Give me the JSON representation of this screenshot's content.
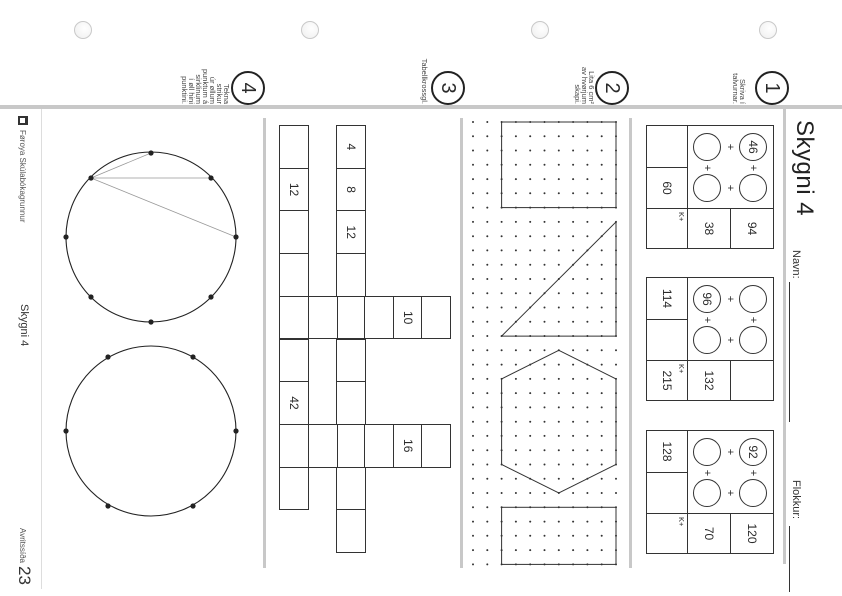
{
  "header": {
    "title": "Skygni 4",
    "name_label": "Navn:",
    "class_label": "Flokkur:"
  },
  "instructions": [
    {
      "number": "1",
      "lines": [
        "Skriva í",
        "talvurnar."
      ]
    },
    {
      "number": "2",
      "lines": [
        "Lita 6 cm²",
        "av hvørjum",
        "skapi."
      ]
    },
    {
      "number": "3",
      "lines": [
        "Tabellkrossgl."
      ]
    },
    {
      "number": "4",
      "lines": [
        "Tekna",
        "strikur",
        "úr øllum",
        "punktum á",
        "sirklinum",
        "í øll hini",
        "punktini."
      ]
    }
  ],
  "sum_boxes": {
    "plus_sign": "+",
    "total_label": "K+",
    "boxes": [
      {
        "circles": [
          "46",
          "",
          "",
          ""
        ],
        "row_sums": [
          "94",
          "38"
        ],
        "col_sums": [
          "",
          "60"
        ],
        "total": ""
      },
      {
        "circles": [
          "",
          "",
          "96",
          ""
        ],
        "row_sums": [
          "",
          "132"
        ],
        "col_sums": [
          "114",
          ""
        ],
        "total": "215"
      },
      {
        "circles": [
          "92",
          "",
          "",
          ""
        ],
        "row_sums": [
          "120",
          "70"
        ],
        "col_sums": [
          "128",
          ""
        ],
        "total": ""
      }
    ]
  },
  "crossword": {
    "row_top": [
      "4",
      "8",
      "12",
      "",
      "",
      "",
      "",
      "",
      "",
      ""
    ],
    "row_bottom": [
      "",
      "12",
      "",
      "",
      "",
      "",
      "42",
      "",
      ""
    ],
    "cross_columns": [
      {
        "cells": [
          "",
          "",
          "10",
          "",
          ""
        ]
      },
      {
        "cells": [
          "",
          "",
          "16",
          "",
          ""
        ]
      }
    ]
  },
  "footer": {
    "publisher": "Føroya Skúlabókagrunnur",
    "book": "Skygni 4",
    "sheet_label": "Avritssíða",
    "page_number": "23"
  }
}
